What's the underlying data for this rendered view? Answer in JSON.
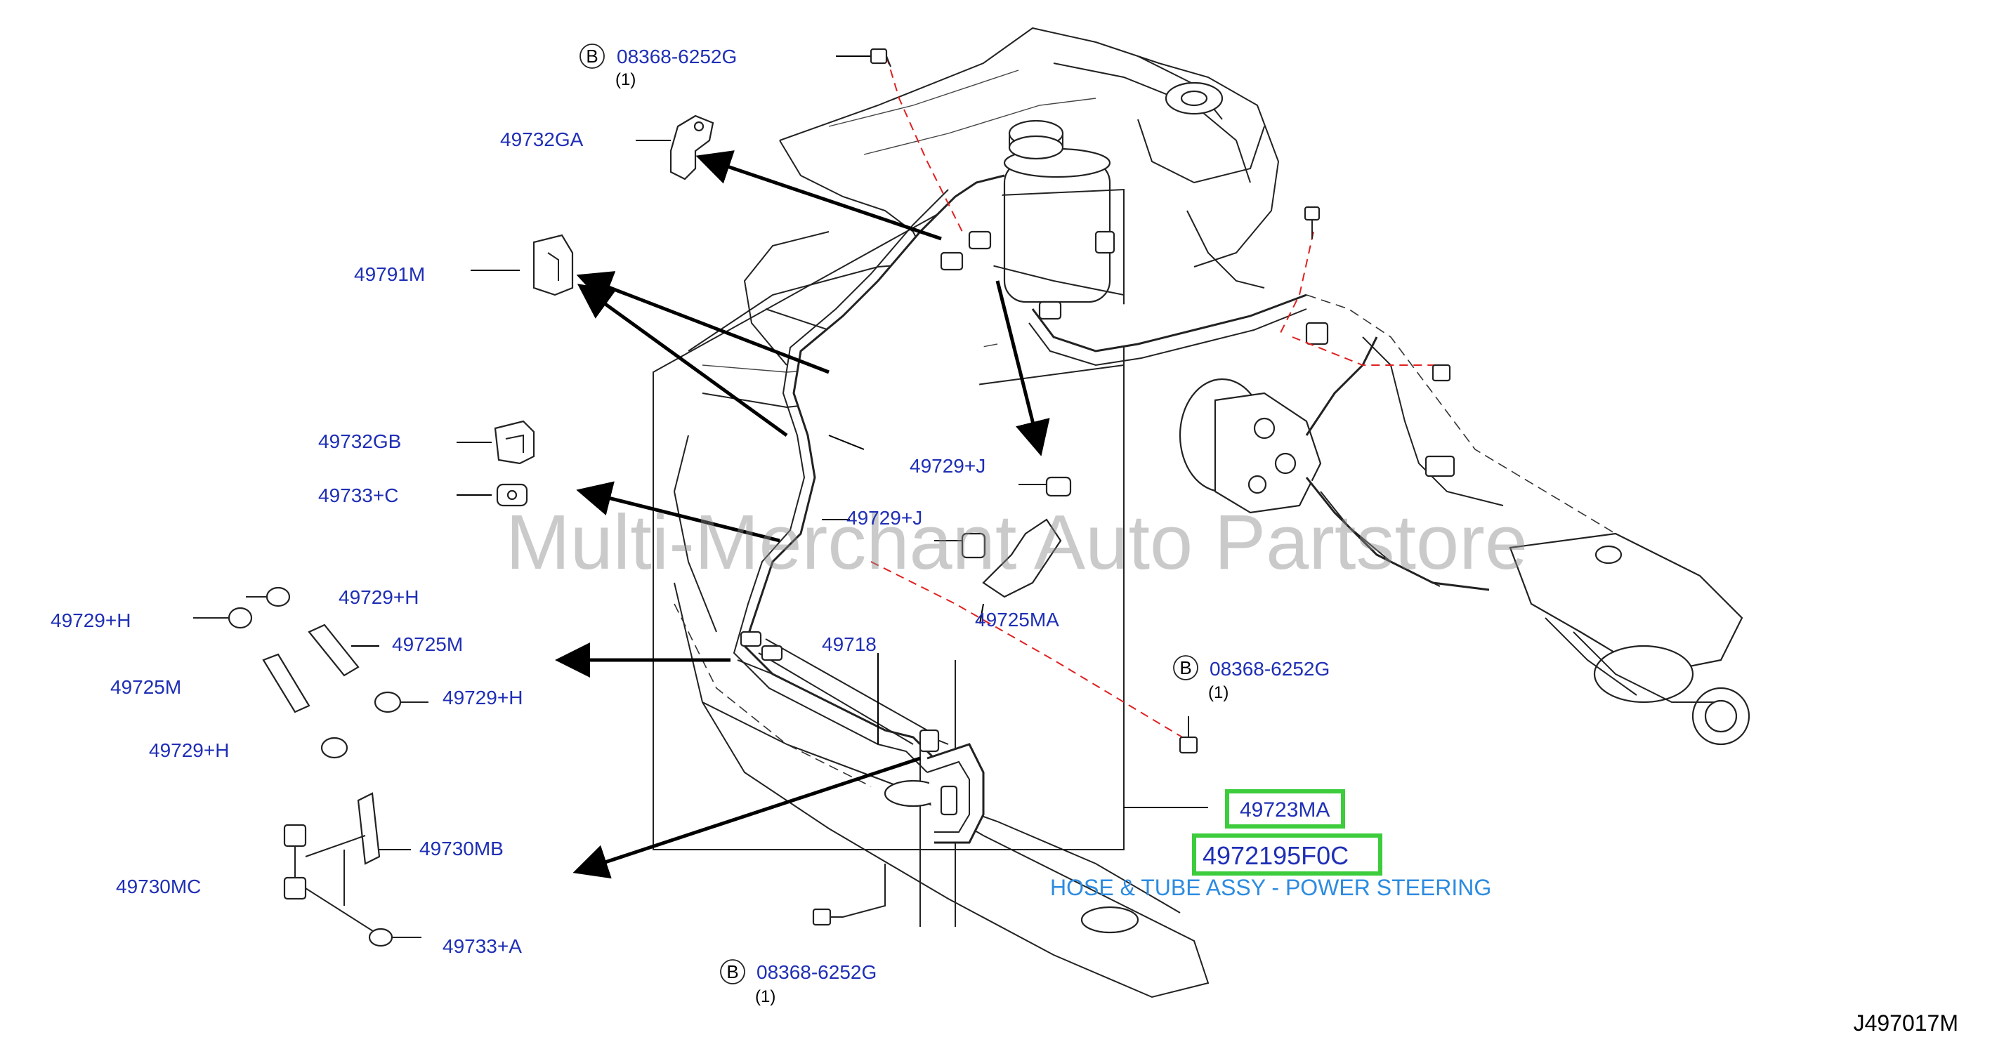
{
  "labels": {
    "bolt_top_code": "08368-6252G",
    "bolt_top_qty": "(1)",
    "bolt_mid_code": "08368-6252G",
    "bolt_mid_qty": "(1)",
    "bolt_bot_code": "08368-6252G",
    "bolt_bot_qty": "(1)",
    "circle_b": "B",
    "p_49732GA": "49732GA",
    "p_49791M": "49791M",
    "p_49732GB": "49732GB",
    "p_49733C": "49733+C",
    "p_49729J_1": "49729+J",
    "p_49729J_2": "49729+J",
    "p_49725MA": "49725MA",
    "p_49729H_top": "49729+H",
    "p_49729H_left": "49729+H",
    "p_49725M_right": "49725M",
    "p_49725M_left": "49725M",
    "p_49729H_mid": "49729+H",
    "p_49729H_bot": "49729+H",
    "p_49718": "49718",
    "p_49730MB": "49730MB",
    "p_49730MC": "49730MC",
    "p_49733A": "49733+A",
    "p_49723MA": "49723MA",
    "p_4972195F0C": "4972195F0C",
    "description": "HOSE & TUBE ASSY - POWER STEERING",
    "diagram_code": "J497017M"
  },
  "watermark": "Multi-Merchant Auto Partstore",
  "colors": {
    "label_blue": "#1f2fb5",
    "highlight_green": "#3ccc3c",
    "description_blue": "#2d8be0",
    "leader_red": "#e02020"
  }
}
